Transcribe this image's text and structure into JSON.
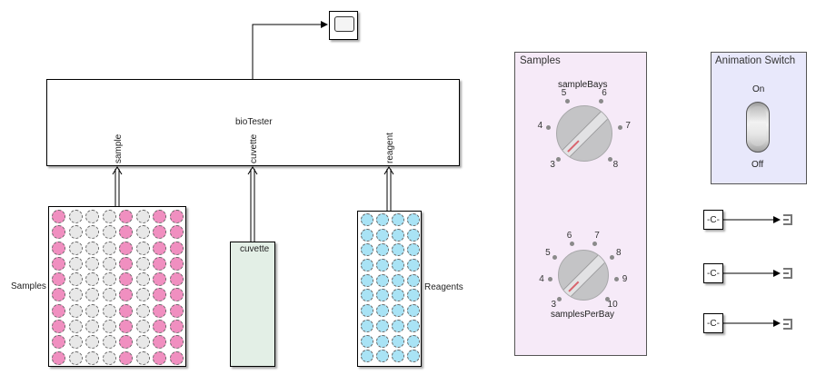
{
  "diagram": {
    "main_block": {
      "name": "bioTester",
      "ports": [
        "sample",
        "cuvette",
        "reagent"
      ]
    },
    "scope_block": {
      "icon": "scope-icon"
    },
    "samples_block": {
      "label": "Samples",
      "columns": 8,
      "rows": 10,
      "filled_columns": [
        1,
        5,
        7,
        8
      ],
      "filled_color": "#f08fc0",
      "empty_color": "#e8e8e8"
    },
    "cuvette_block": {
      "label": "cuvette",
      "fill_color": "#e3efe6"
    },
    "reagents_block": {
      "label": "Reagents",
      "columns": 4,
      "rows": 10,
      "fill_color": "#a9e3f5"
    },
    "constant_blocks": [
      {
        "label": "-C-"
      },
      {
        "label": "-C-"
      },
      {
        "label": "-C-"
      }
    ]
  },
  "samples_panel": {
    "title": "Samples",
    "background": "#f6eaf8",
    "knobs": [
      {
        "name": "sampleBays",
        "ticks": [
          "3",
          "4",
          "5",
          "6",
          "7",
          "8"
        ],
        "value": 3
      },
      {
        "name": "samplesPerBay",
        "ticks": [
          "3",
          "4",
          "5",
          "6",
          "7",
          "8",
          "9",
          "10"
        ],
        "value": 3
      }
    ]
  },
  "animation_panel": {
    "title": "Animation Switch",
    "background": "#e8e8fb",
    "on_label": "On",
    "off_label": "Off",
    "state": "Off"
  }
}
